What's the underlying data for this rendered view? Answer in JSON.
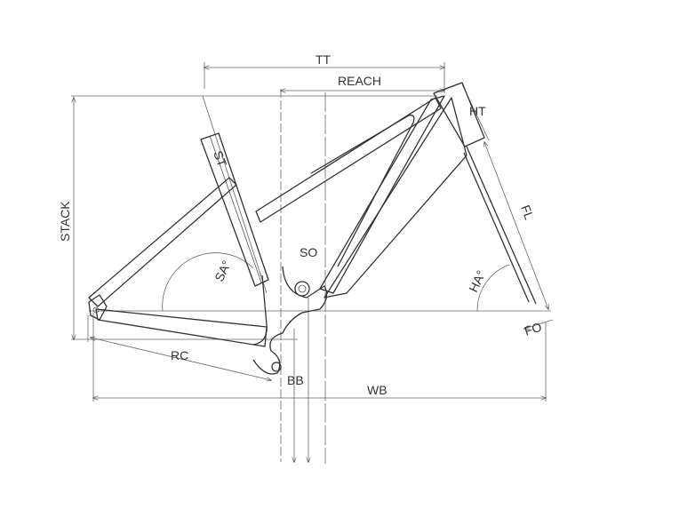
{
  "diagram": {
    "labels": {
      "tt": "TT",
      "reach": "REACH",
      "ht": "HT",
      "st": "ST",
      "stack": "STACK",
      "fl": "FL",
      "sa": "SA°",
      "so": "SO",
      "ha": "HA°",
      "fo": "FO",
      "rc": "RC",
      "bb": "BB",
      "wb": "WB"
    },
    "colors": {
      "line": "#333333",
      "dimension": "#666666"
    }
  }
}
